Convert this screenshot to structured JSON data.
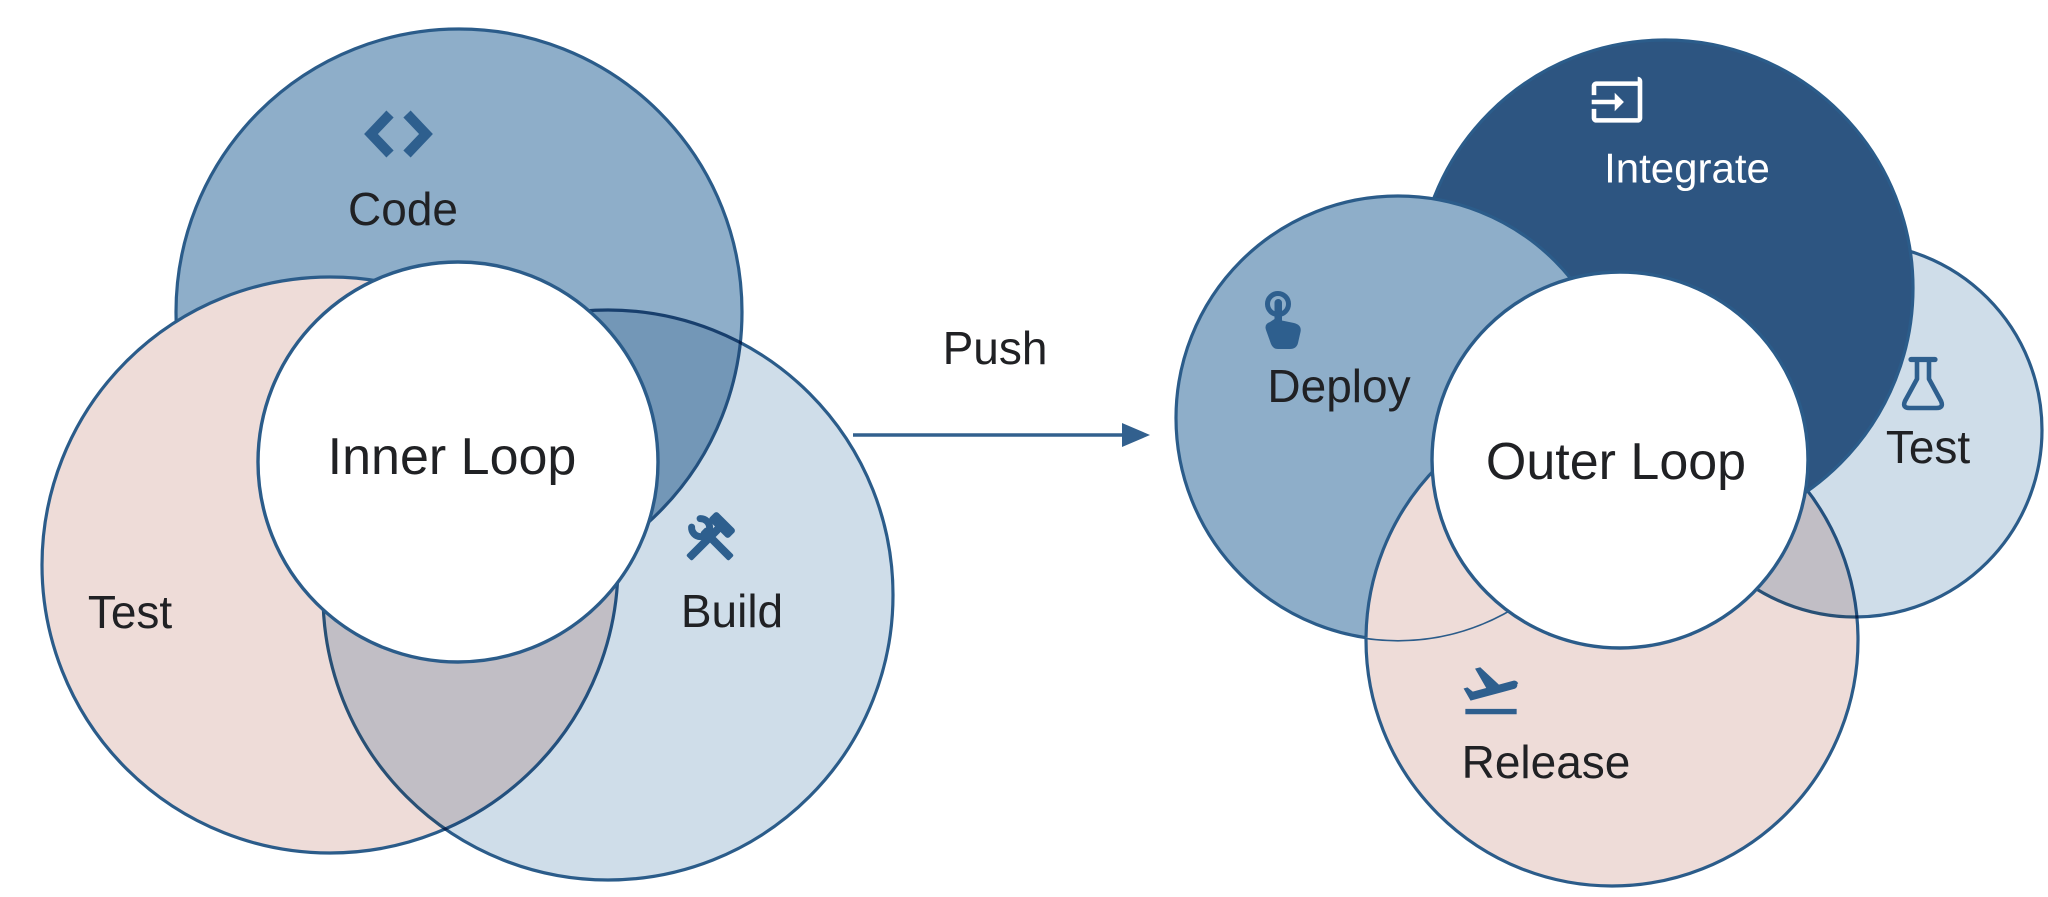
{
  "colors": {
    "petal_blue": "#8eaec9",
    "petal_light_blue": "#cfdde9",
    "petal_pink": "#eedcd8",
    "petal_navy": "#2d5581",
    "outline": "#2b5c8a",
    "hub_fill": "#ffffff",
    "icon_blue": "#2e5f8e",
    "icon_white": "#ffffff",
    "text_dark": "#202124",
    "text_light": "#ffffff",
    "arrow": "#32608e"
  },
  "inner_loop": {
    "title": "Inner Loop",
    "code_label": "Code",
    "test_label": "Test",
    "build_label": "Build",
    "icons": {
      "code": "code-chevrons-icon",
      "build": "hammer-wrench-icon"
    }
  },
  "transition": {
    "label": "Push"
  },
  "outer_loop": {
    "title": "Outer Loop",
    "integrate_label": "Integrate",
    "test_label": "Test",
    "release_label": "Release",
    "deploy_label": "Deploy",
    "icons": {
      "integrate": "input-arrow-icon",
      "test": "flask-icon",
      "release": "flight-takeoff-icon",
      "deploy": "touch-icon"
    }
  }
}
